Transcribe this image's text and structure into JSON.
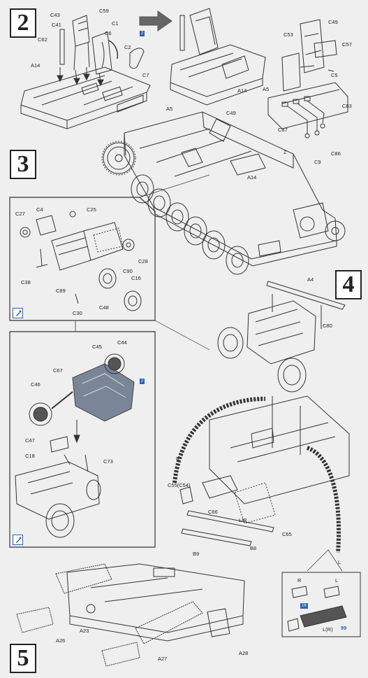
{
  "steps": {
    "s2": "2",
    "s3": "3",
    "s4": "4",
    "s5": "5"
  },
  "colors": {
    "line": "#333333",
    "accent": "#2a62b4",
    "paper": "#efefef"
  },
  "labels": {
    "C43": "C43",
    "C59": "C59",
    "C41": "C41",
    "C1": "C1",
    "C6": "C6",
    "C62": "C62",
    "C2": "C2",
    "C7": "C7",
    "A14a": "A14",
    "A14b": "A14",
    "A14c": "A14",
    "C49a": "C49",
    "C53": "C53",
    "C57": "C57",
    "C5": "C5",
    "A5a": "A5",
    "A5b": "A5",
    "C83": "C83",
    "C87": "C87",
    "C9": "C9",
    "C86": "C86",
    "C49b": "C49",
    "Z": "Z",
    "C27": "C27",
    "C4": "C4",
    "C25": "C25",
    "C28": "C28",
    "C38": "C38",
    "C89": "C89",
    "C90": "C90",
    "C16": "C16",
    "C30": "C30",
    "C48": "C48",
    "C45": "C45",
    "C44": "C44",
    "C67": "C67",
    "C46": "C46",
    "C47": "C47",
    "C18": "C18",
    "C73": "C73",
    "A4": "A4",
    "C80": "C80",
    "R1": "R",
    "C55": "C55(C54)",
    "C66": "C66",
    "LR": "L/R",
    "C65": "C65",
    "B9": "B9",
    "B8": "B8",
    "L1": "L",
    "Ri": "R",
    "Li": "L",
    "LRi": "L(R)",
    "n99": "99",
    "A26": "A26",
    "A23": "A23",
    "A27": "A27",
    "A28": "A28"
  },
  "tags": {
    "t2": "2",
    "t16": "16"
  }
}
